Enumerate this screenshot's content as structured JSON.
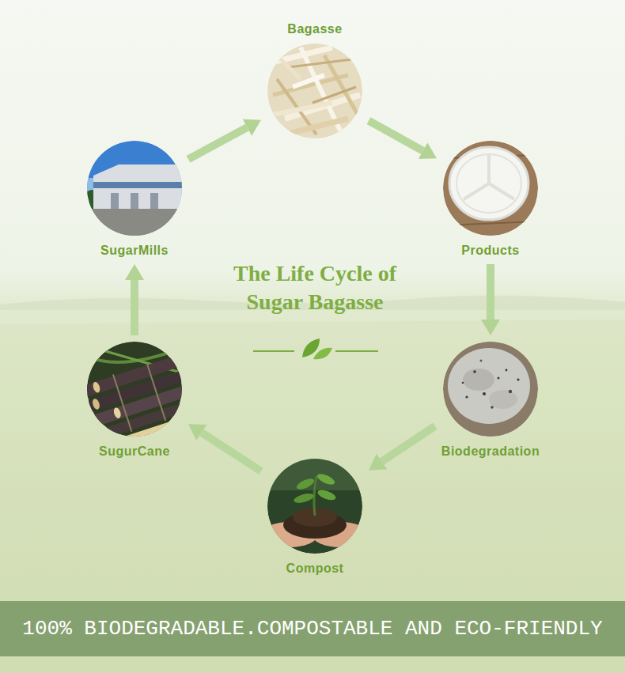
{
  "diagram": {
    "title": "The Life Cycle of Sugar Bagasse",
    "nodes": [
      {
        "text": [
          "Bagasse"
        ]
      },
      {
        "text": [
          "Products"
        ]
      },
      {
        "text": [
          "Biodegradation"
        ]
      },
      {
        "text": [
          "Compost"
        ]
      },
      {
        "text": [
          "SugurCane"
        ]
      },
      {
        "text": [
          "SugarMills"
        ]
      },
      {
        "text": [
          "100% BIODEGRADABLE.COMPOSTABLE AND ECO-FRIENDLY"
        ]
      }
    ],
    "edges": [
      {
        "from": 0,
        "to": 1,
        "arrow": "to"
      },
      {
        "from": 1,
        "to": 2,
        "arrow": "to"
      },
      {
        "from": 2,
        "to": 3,
        "arrow": "to"
      },
      {
        "from": 3,
        "to": 4,
        "arrow": "to"
      },
      {
        "from": 4,
        "to": 5,
        "arrow": "to"
      },
      {
        "from": 5,
        "to": 0,
        "arrow": "to"
      }
    ]
  }
}
